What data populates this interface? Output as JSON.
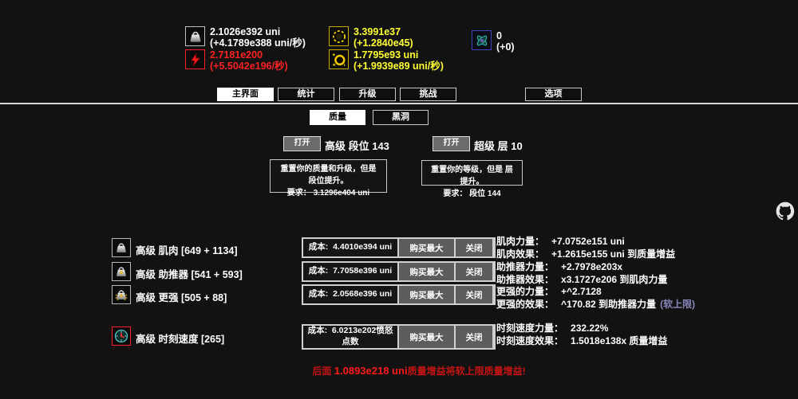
{
  "resources": [
    {
      "name": "mass",
      "value": "2.1026e392 uni",
      "rate": "(+4.1789e388 uni/秒)"
    },
    {
      "name": "rage-power",
      "value": "2.7181e200",
      "rate": "(+5.5042e196/秒)"
    },
    {
      "name": "tickspeed",
      "value": "3.3991e37",
      "rate": "(+1.2840e45)"
    },
    {
      "name": "black-hole",
      "value": "1.7795e93 uni",
      "rate": "(+1.9939e89 uni/秒)"
    },
    {
      "name": "atom",
      "value": "0",
      "rate": "(+0)"
    }
  ],
  "tabs": {
    "main": [
      "主界面",
      "统计",
      "升级",
      "挑战",
      "选项"
    ],
    "sub": [
      "质量",
      "黑洞"
    ]
  },
  "prestige": {
    "rank": {
      "open": "打开",
      "title": "高级 段位 143",
      "desc": "重置你的质量和升级，但是 段位提升。",
      "req_label": "要求：",
      "req_value": "3.1296e404 uni"
    },
    "tier": {
      "open": "打开",
      "title": "超级 层 10",
      "desc": "重置你的等级，但是 层提升。",
      "req_label": "要求：",
      "req_value": "段位 144"
    }
  },
  "upgrades": [
    {
      "name": "高级 肌肉 [649 + 1134]",
      "cost_label": "成本:",
      "cost": "4.4010e394 uni",
      "buy_max": "购买最大",
      "close": "关闭",
      "effect1_label": "肌肉力量：",
      "effect1": "+7.0752e151 uni",
      "effect2_label": "肌肉效果：",
      "effect2": "+1.2615e155 uni 到质量增益",
      "effect2_suffix": ""
    },
    {
      "name": "高级 助推器 [541 + 593]",
      "cost_label": "成本:",
      "cost": "7.7058e396 uni",
      "buy_max": "购买最大",
      "close": "关闭",
      "effect1_label": "助推器力量：",
      "effect1": "+2.7978e203x",
      "effect2_label": "助推器效果：",
      "effect2": "x3.1727e206 到肌肉力量",
      "effect2_suffix": ""
    },
    {
      "name": "高级 更强 [505 + 88]",
      "cost_label": "成本:",
      "cost": "2.0568e396 uni",
      "buy_max": "购买最大",
      "close": "关闭",
      "effect1_label": "更强的力量：",
      "effect1": "+^2.7128",
      "effect2_label": "更强的效果：",
      "effect2": "^170.82 到助推器力量",
      "effect2_suffix": "(软上限)"
    },
    {
      "name": "高级 时刻速度 [265]",
      "cost_label": "成本:",
      "cost": "6.0213e202愤怒点数",
      "buy_max": "购买最大",
      "close": "关闭",
      "effect1_label": "时刻速度力量：",
      "effect1": "232.22%",
      "effect2_label": "时刻速度效果：",
      "effect2": "1.5018e138x 质量增益",
      "effect2_suffix": ""
    }
  ],
  "footer": {
    "prefix": "后面 ",
    "number": "1.0893e218 uni",
    "suffix": "质量增益将软上限质量增益!"
  },
  "colors": {
    "background": "#121212",
    "mass_text": "#ffffff",
    "rage_text": "#ff2222",
    "yellow_text": "#ffff33",
    "softcap_text": "#8787bd",
    "warning_text": "#c41414"
  }
}
